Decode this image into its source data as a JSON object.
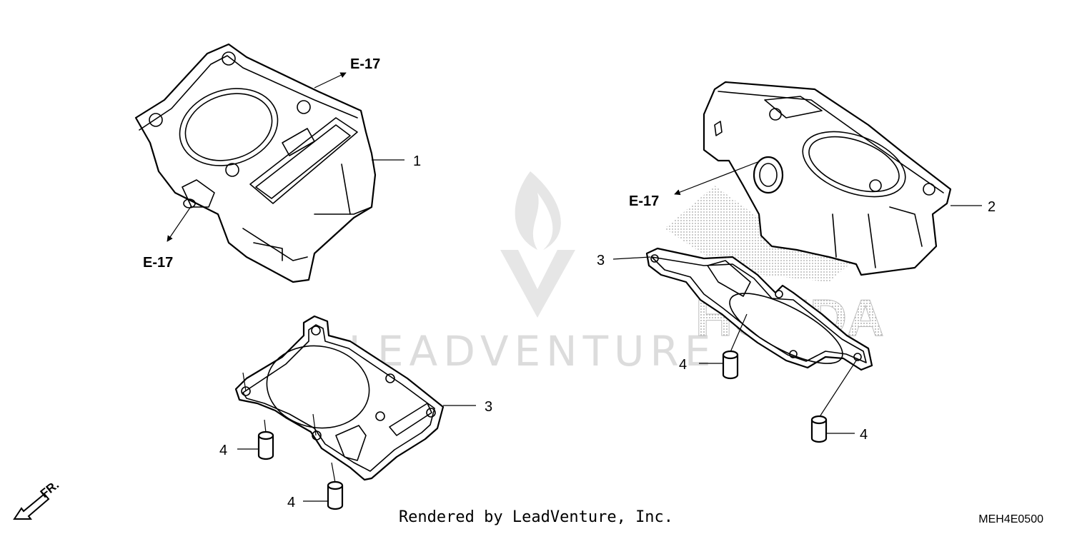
{
  "diagram_code": "MEH4E0500",
  "credit_text": "Rendered by LeadVenture, Inc.",
  "watermark_text": "LEADVENTURE",
  "honda_watermark": "HONDA",
  "direction_label": "FR.",
  "callouts": {
    "cyl_left": "1",
    "cyl_right": "2",
    "gasket_left": "3",
    "gasket_right": "3",
    "dowel_left_upper": "4",
    "dowel_left_lower": "4",
    "dowel_right_left": "4",
    "dowel_right_lower": "4"
  },
  "refs": {
    "left_top": "E-17",
    "left_bottom": "E-17",
    "right": "E-17"
  }
}
